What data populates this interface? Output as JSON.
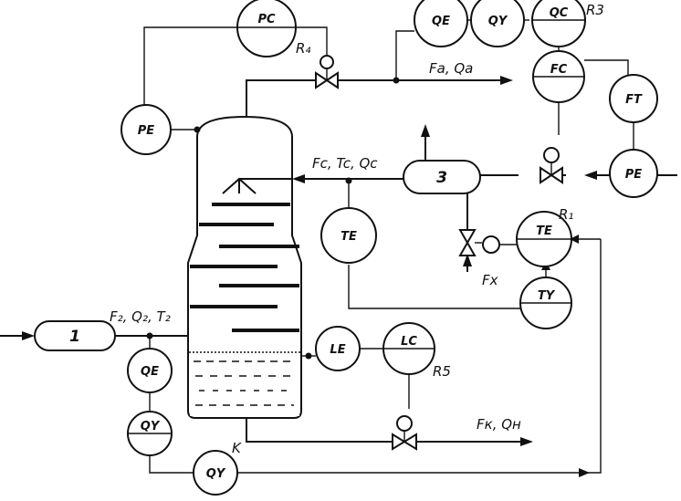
{
  "instruments": {
    "pc": "PC",
    "pe_top": "PE",
    "qe_top": "QE",
    "qy_top": "QY",
    "qc_top": "QC",
    "fc": "FC",
    "ft": "FT",
    "pe_right": "PE",
    "te_reflux": "TE",
    "te_right": "TE",
    "ty": "TY",
    "le": "LE",
    "lc": "LC",
    "qe_feed": "QE",
    "qy_feed": "QY",
    "qy_bottom": "QY"
  },
  "regulators": {
    "r4": "R₄",
    "r3": "R3",
    "r1": "R₁",
    "r5": "R5",
    "k": "K"
  },
  "vessels": {
    "feed_vessel": "1",
    "reflux_drum": "3"
  },
  "streams": {
    "distillate": "Fa, Qa",
    "reflux": "Fc, Tc, Qc",
    "feed": "F₂, Q₂, T₂",
    "coolant": "Fx",
    "bottoms": "Fк, Qн"
  }
}
